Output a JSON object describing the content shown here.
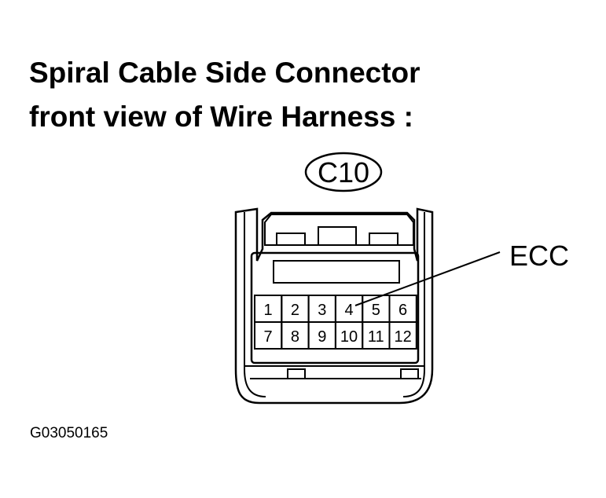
{
  "title": {
    "line1": "Spiral Cable Side Connector",
    "line2": "front view of Wire Harness :"
  },
  "connector": {
    "code": "C10",
    "pins": [
      "1",
      "2",
      "3",
      "4",
      "5",
      "6",
      "7",
      "8",
      "9",
      "10",
      "11",
      "12"
    ],
    "callout": {
      "label": "ECC",
      "pin": "4"
    }
  },
  "figure_id": "G03050165",
  "colors": {
    "line": "#000000",
    "background": "#ffffff"
  }
}
